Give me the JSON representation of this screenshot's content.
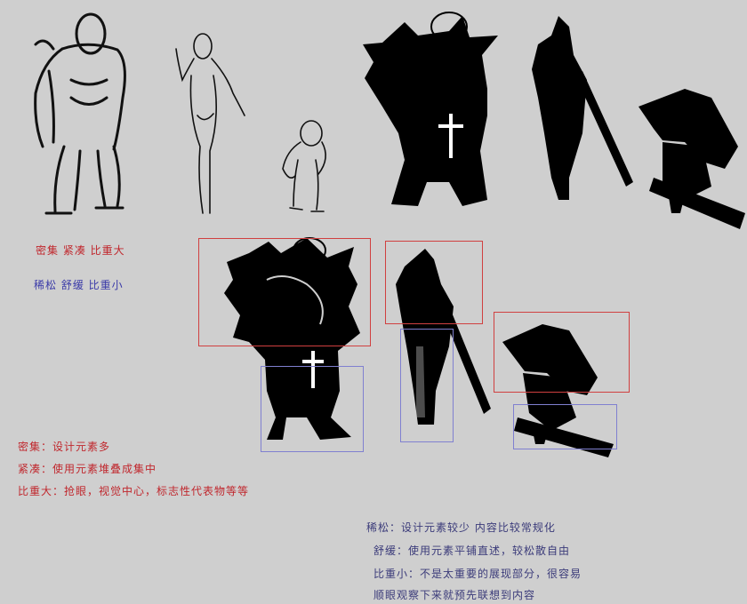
{
  "legend": {
    "dense": "密集 紧凑 比重大",
    "loose": "稀松 舒缓 比重小"
  },
  "notes_left": [
    "密集：设计元素多",
    "紧凑：使用元素堆叠成集中",
    "比重大：抢眼，视觉中心，标志性代表物等等"
  ],
  "notes_right": [
    "稀松：设计元素较少 内容比较常规化",
    "舒缓：使用元素平铺直述，较松散自由",
    "比重小：不是太重要的展现部分，很容易",
    "顺眼观察下来就预先联想到内容"
  ],
  "colors": {
    "background": "#cfcfcf",
    "dense_accent": "#c0272d",
    "loose_accent": "#3a3aa8",
    "silhouette": "#000000"
  }
}
